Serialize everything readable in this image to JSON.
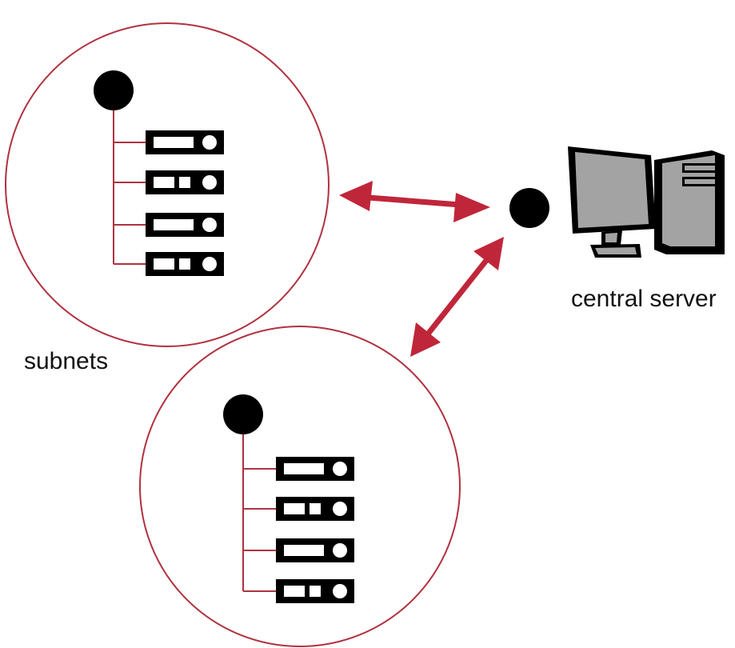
{
  "labels": {
    "subnets": "subnets",
    "central_server": "central server"
  },
  "colors": {
    "subnet_outline": "#b0323f",
    "arrow": "#c0263a",
    "node": "#000000",
    "monitor_fill": "#a3a3a3",
    "server_face": "#ffffff"
  },
  "icons": {
    "server_unit": "rack-server-icon",
    "computer": "desktop-computer-icon"
  },
  "subnets": [
    {
      "name": "subnet-1",
      "servers": [
        {
          "style": "wide-slot"
        },
        {
          "style": "split-slot"
        },
        {
          "style": "wide-slot"
        },
        {
          "style": "split-slot"
        }
      ]
    },
    {
      "name": "subnet-2",
      "servers": [
        {
          "style": "wide-slot"
        },
        {
          "style": "split-slot"
        },
        {
          "style": "wide-slot"
        },
        {
          "style": "split-slot"
        }
      ]
    }
  ],
  "connections": [
    {
      "from": "subnet-1",
      "to": "central-server",
      "direction": "bidirectional"
    },
    {
      "from": "subnet-2",
      "to": "central-server",
      "direction": "bidirectional"
    }
  ]
}
